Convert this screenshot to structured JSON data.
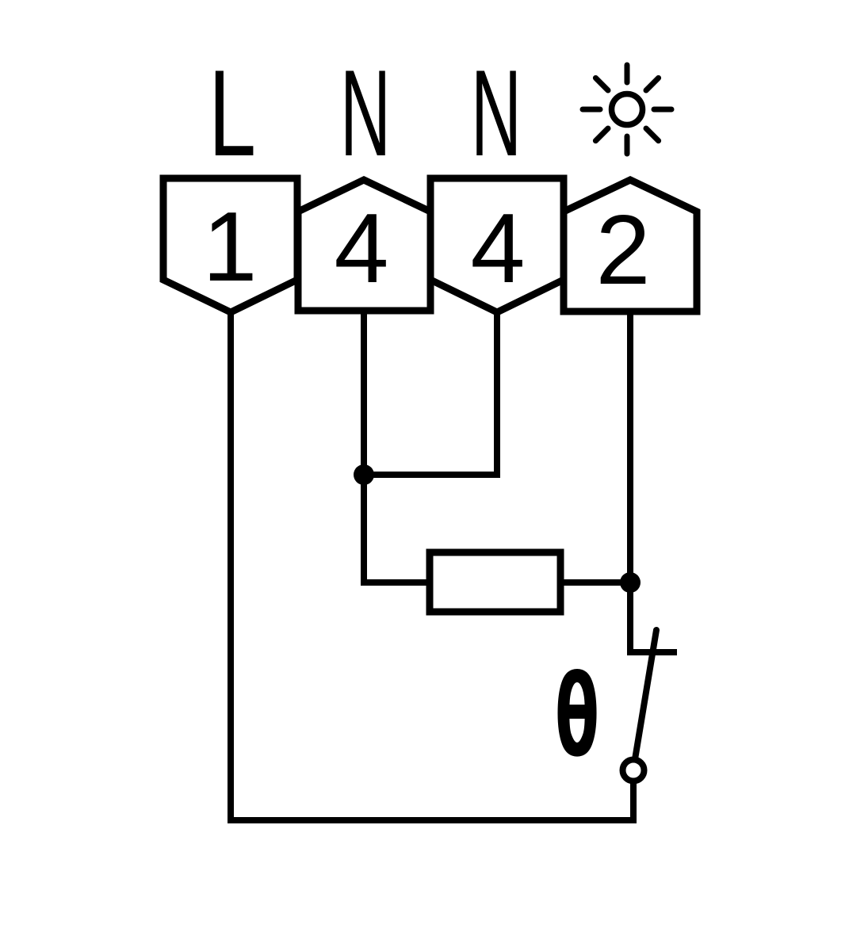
{
  "diagram": {
    "background_color": "#ffffff",
    "line_color": "#000000",
    "top_labels": {
      "line": "L",
      "neutral_1": "N",
      "neutral_2": "N",
      "load_icon": "sun-icon"
    },
    "terminals": [
      {
        "number": "1"
      },
      {
        "number": "4"
      },
      {
        "number": "4"
      },
      {
        "number": "2"
      }
    ],
    "switch_symbol": "θ"
  }
}
